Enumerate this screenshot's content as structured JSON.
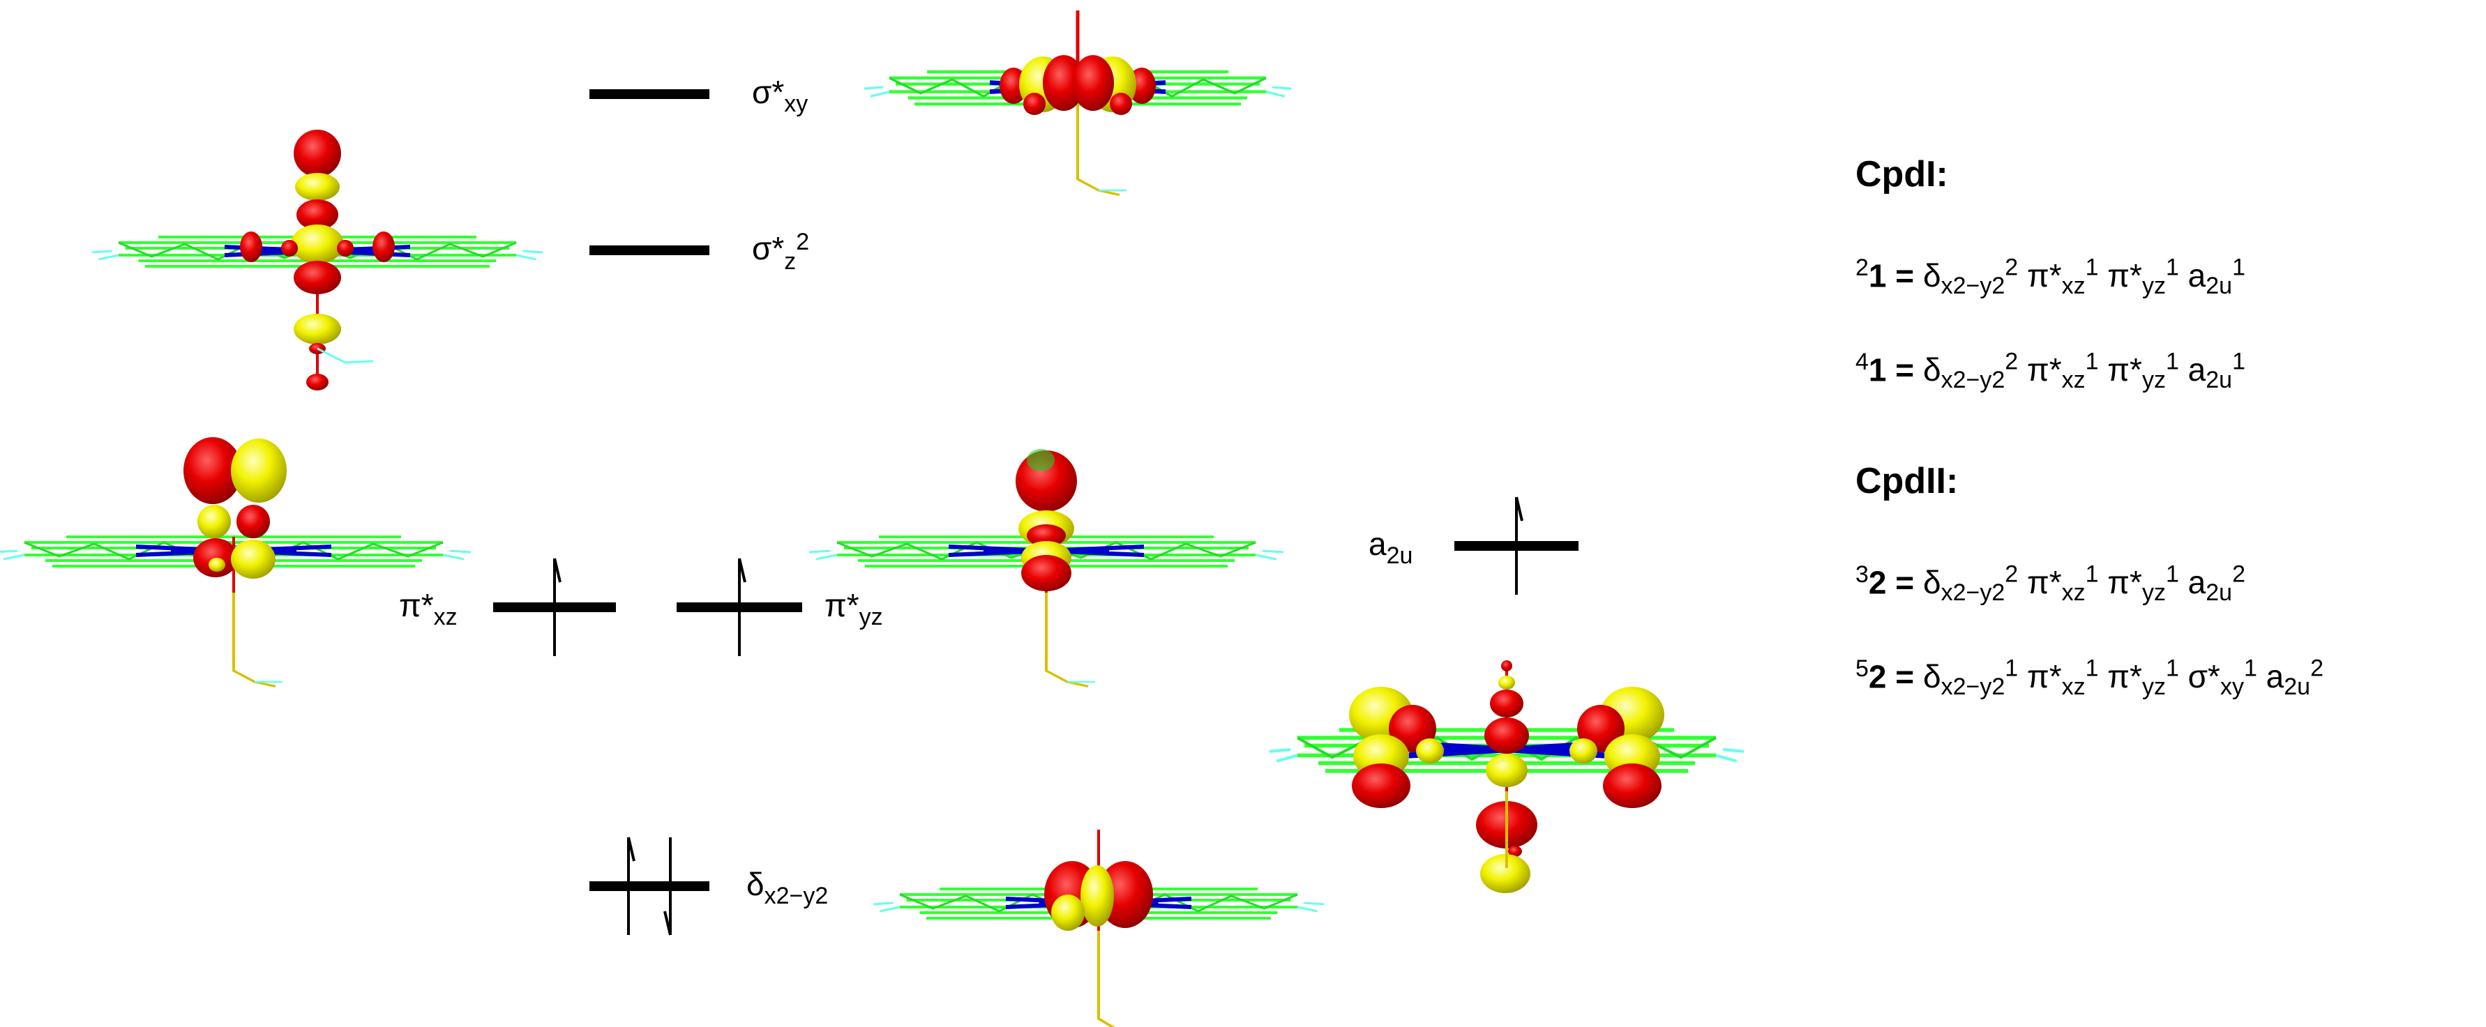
{
  "levels": {
    "sigma_xy": {
      "label": "σ*",
      "sub": "xy"
    },
    "sigma_z2": {
      "label": "σ*",
      "sub": "z",
      "sup": "2"
    },
    "pi_xz": {
      "label": "π*",
      "sub": "xz"
    },
    "pi_yz": {
      "label": "π*",
      "sub": "yz"
    },
    "a2u": {
      "label": "a",
      "sub": "2u"
    },
    "delta": {
      "label": "δ",
      "sub": "x2−y2"
    }
  },
  "electron_counts": {
    "pi_xz": 1,
    "pi_yz": 1,
    "a2u": 1,
    "delta": 2
  },
  "orbital_colors": {
    "lobe_positive": "#ffff00",
    "lobe_negative": "#e60000",
    "ligand": "#33ff33",
    "metal_bond": "#0000cc",
    "axial": "#e0c000"
  },
  "configs": {
    "cpd1_heading": "CpdI:",
    "cpd2_heading": "CpdII:",
    "rows": [
      {
        "mult": "2",
        "num": "1",
        "eq": "=",
        "terms": [
          [
            "δ",
            "x2−y2",
            "2"
          ],
          [
            "π*",
            "xz",
            "1"
          ],
          [
            "π*",
            "yz",
            "1"
          ],
          [
            "a",
            "2u",
            "1"
          ]
        ]
      },
      {
        "mult": "4",
        "num": "1",
        "eq": "=",
        "terms": [
          [
            "δ",
            "x2−y2",
            "2"
          ],
          [
            "π*",
            "xz",
            "1"
          ],
          [
            "π*",
            "yz",
            "1"
          ],
          [
            "a",
            "2u",
            "1"
          ]
        ]
      },
      {
        "mult": "3",
        "num": "2",
        "eq": "=",
        "terms": [
          [
            "δ",
            "x2−y2",
            "2"
          ],
          [
            "π*",
            "xz",
            "1"
          ],
          [
            "π*",
            "yz",
            "1"
          ],
          [
            "a",
            "2u",
            "2"
          ]
        ]
      },
      {
        "mult": "5",
        "num": "2",
        "eq": "=",
        "terms": [
          [
            "δ",
            "x2−y2",
            "1"
          ],
          [
            "π*",
            "xz",
            "1"
          ],
          [
            "π*",
            "yz",
            "1"
          ],
          [
            "σ*",
            "xy",
            "1"
          ],
          [
            "a",
            "2u",
            "2"
          ]
        ]
      }
    ]
  }
}
